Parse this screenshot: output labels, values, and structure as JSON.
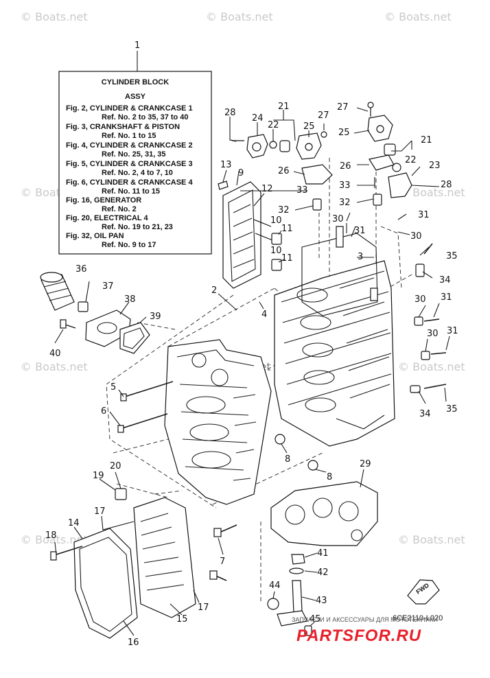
{
  "watermark": "© Boats.net",
  "legend": {
    "lines": [
      "CYLINDER BLOCK",
      "ASSY",
      "Fig. 2, CYLINDER & CRANKCASE 1",
      "Ref. No. 2 to 35, 37 to 40",
      "Fig. 3, CRANKSHAFT & PISTON",
      "Ref. No. 1 to 15",
      "Fig. 4, CYLINDER & CRANKCASE 2",
      "Ref. No. 25, 31, 35",
      "Fig. 5, CYLINDER & CRANKCASE 3",
      "Ref. No. 2, 4 to 7, 10",
      "Fig. 6, CYLINDER & CRANKCASE 4",
      "Ref. No. 11 to 15",
      "Fig. 16, GENERATOR",
      "Ref. No. 2",
      "Fig. 20, ELECTRICAL 4",
      "Ref. No. 19 to 21, 23",
      "Fig. 32, OIL PAN",
      "Ref. No. 9 to 17"
    ]
  },
  "callouts": [
    "1",
    "28",
    "24",
    "22",
    "21",
    "25",
    "27",
    "27",
    "25",
    "21",
    "22",
    "23",
    "26",
    "26",
    "28",
    "13",
    "9",
    "12",
    "33",
    "33",
    "32",
    "32",
    "10",
    "11",
    "10",
    "11",
    "30",
    "31",
    "31",
    "30",
    "3",
    "35",
    "36",
    "37",
    "38",
    "39",
    "34",
    "40",
    "2",
    "4",
    "30",
    "31",
    "30",
    "31",
    "5",
    "6",
    "34",
    "35",
    "8",
    "8",
    "29",
    "20",
    "19",
    "17",
    "14",
    "18",
    "41",
    "42",
    "7",
    "44",
    "43",
    "17",
    "15",
    "16",
    "45"
  ],
  "fwd_label": "FWD",
  "diagram_code": "6CE2110-L020",
  "ru_caption": "ЗАПЧАСТИ И АКСЕССУАРЫ ДЛЯ МОТОТЕХНИКИ",
  "brand": "PARTSFOR.RU"
}
